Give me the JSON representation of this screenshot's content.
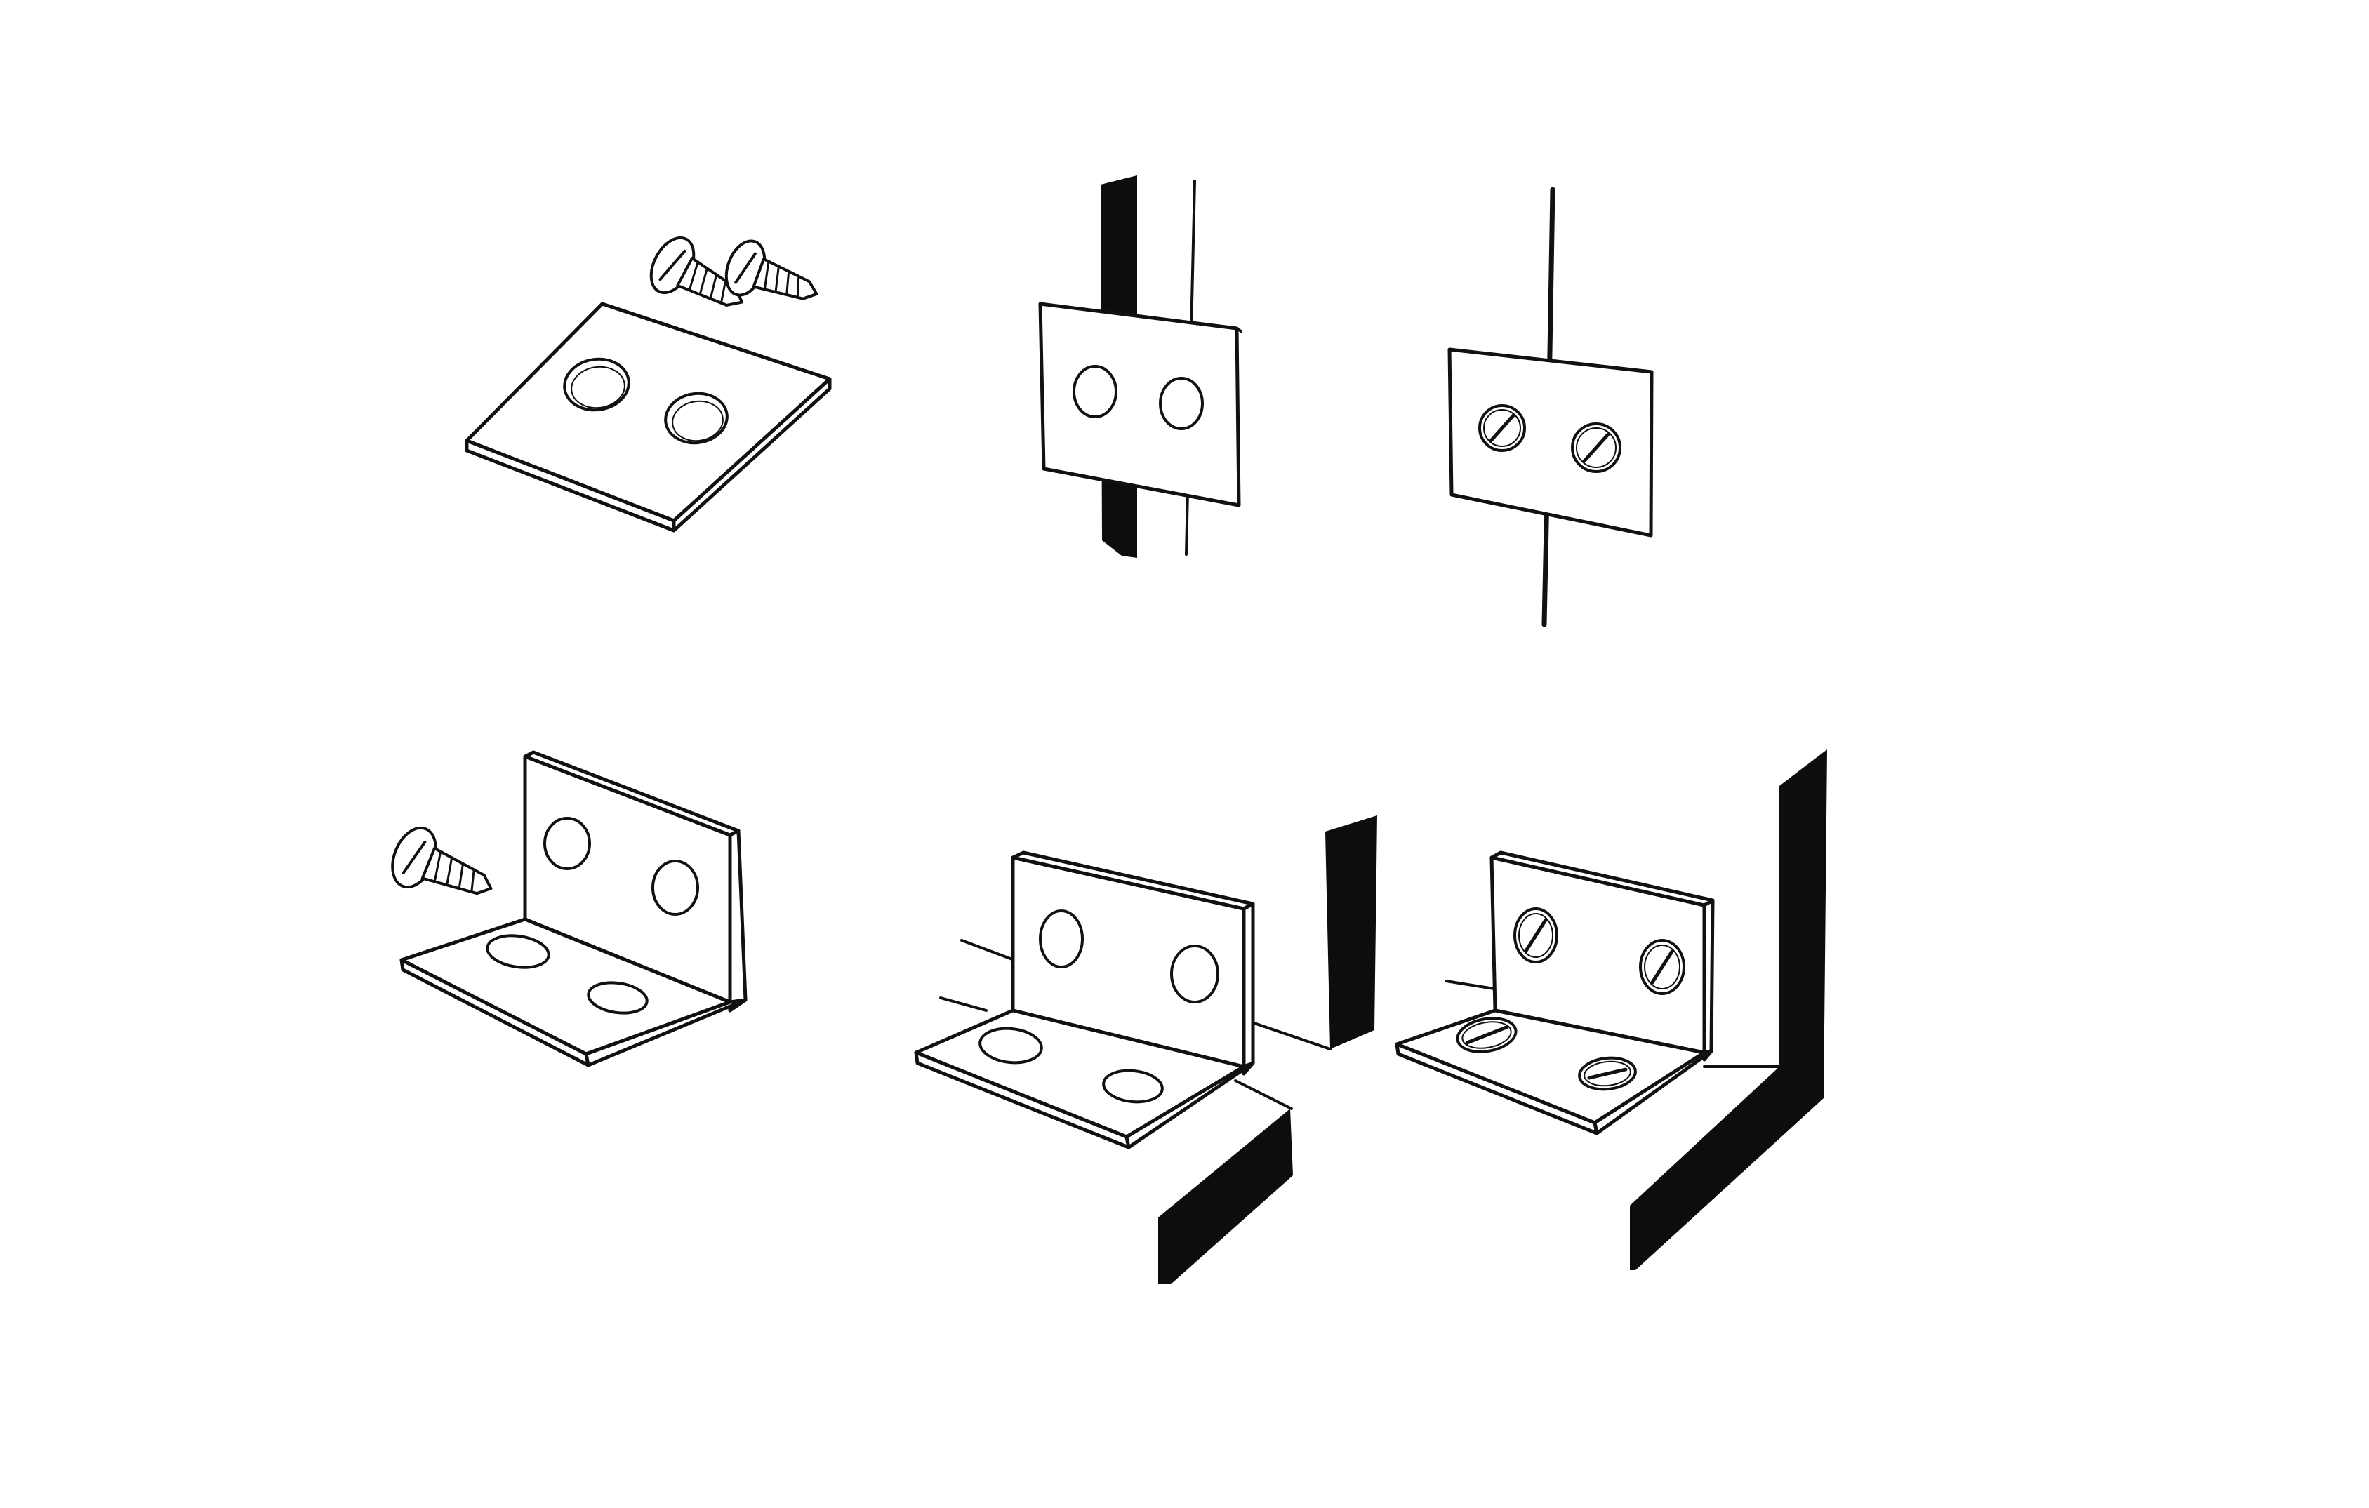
{
  "illustration": {
    "ink_color": "#111111",
    "paper_color": "#ffffff",
    "panels": [
      {
        "name": "flat-plate-with-screws",
        "holes": 2,
        "loose_screws": 2,
        "fastened": false
      },
      {
        "name": "flat-plate-over-joint",
        "holes": 2,
        "loose_screws": 0,
        "fastened": false
      },
      {
        "name": "flat-plate-screwed-over-joint",
        "holes": 2,
        "loose_screws": 0,
        "fastened": true
      },
      {
        "name": "corner-bracket-with-screw",
        "holes": 4,
        "loose_screws": 1,
        "fastened": false
      },
      {
        "name": "corner-bracket-in-corner",
        "holes": 4,
        "loose_screws": 0,
        "fastened": false
      },
      {
        "name": "corner-bracket-screwed-in-corner",
        "holes": 4,
        "loose_screws": 0,
        "fastened": true
      }
    ],
    "icons": [
      "screw-icon",
      "mending-plate-icon",
      "corner-bracket-icon"
    ]
  }
}
